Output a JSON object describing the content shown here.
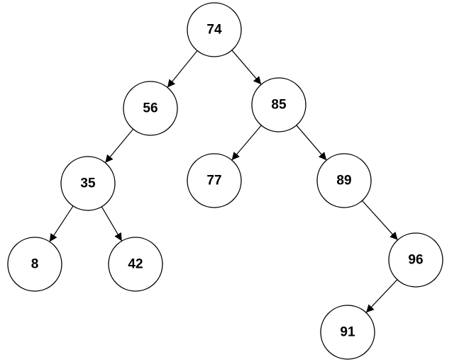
{
  "diagram": {
    "type": "binary-tree",
    "nodes": [
      {
        "id": "n74",
        "label": "74"
      },
      {
        "id": "n56",
        "label": "56"
      },
      {
        "id": "n85",
        "label": "85"
      },
      {
        "id": "n35",
        "label": "35"
      },
      {
        "id": "n77",
        "label": "77"
      },
      {
        "id": "n89",
        "label": "89"
      },
      {
        "id": "n8",
        "label": "8"
      },
      {
        "id": "n42",
        "label": "42"
      },
      {
        "id": "n96",
        "label": "96"
      },
      {
        "id": "n91",
        "label": "91"
      }
    ],
    "edges": [
      {
        "from": "n74",
        "to": "n56"
      },
      {
        "from": "n74",
        "to": "n85"
      },
      {
        "from": "n56",
        "to": "n35"
      },
      {
        "from": "n85",
        "to": "n77"
      },
      {
        "from": "n85",
        "to": "n89"
      },
      {
        "from": "n35",
        "to": "n8"
      },
      {
        "from": "n35",
        "to": "n42"
      },
      {
        "from": "n89",
        "to": "n96"
      },
      {
        "from": "n96",
        "to": "n91"
      }
    ],
    "colors": {
      "stroke": "#000000",
      "fill": "#ffffff",
      "text": "#000000"
    }
  }
}
